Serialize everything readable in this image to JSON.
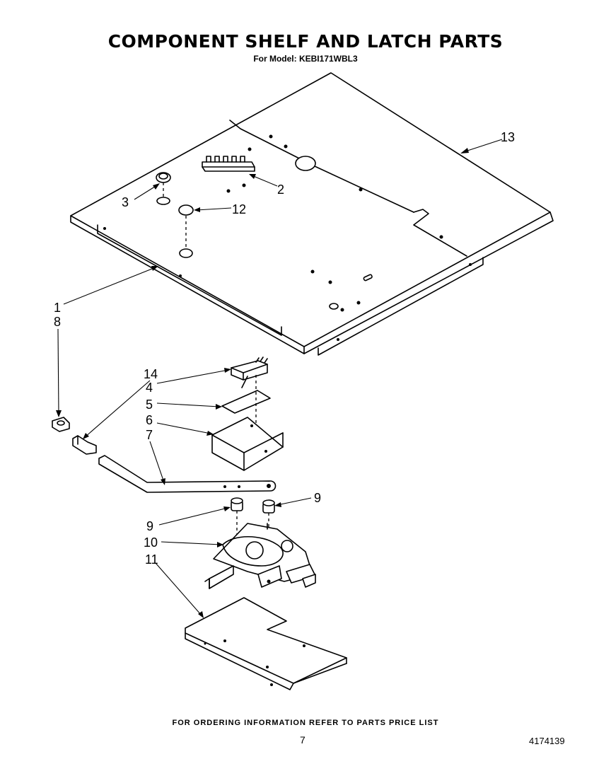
{
  "header": {
    "title": "COMPONENT SHELF AND LATCH PARTS",
    "model": "For Model: KEBI171WBL3"
  },
  "callouts": {
    "c1": "1",
    "c2": "2",
    "c3": "3",
    "c4": "4",
    "c5": "5",
    "c6": "6",
    "c7": "7",
    "c8": "8",
    "c9a": "9",
    "c9b": "9",
    "c10": "10",
    "c11": "11",
    "c12": "12",
    "c13": "13",
    "c14": "14"
  },
  "footer": {
    "note": "FOR ORDERING INFORMATION REFER TO PARTS PRICE LIST",
    "page": "7",
    "doc_number": "4174139"
  }
}
